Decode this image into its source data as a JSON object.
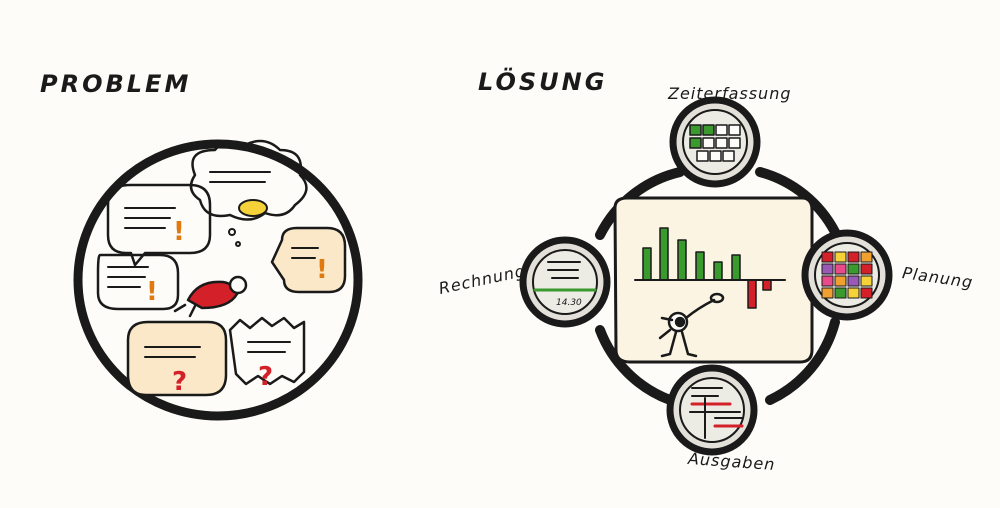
{
  "headings": {
    "problem": "PROBLEM",
    "solution": "LÖSUNG"
  },
  "modules": {
    "time_tracking": "Zeiterfassung",
    "invoice": "Rechnung",
    "planning": "Planung",
    "expenses": "Ausgaben"
  },
  "invoice_amount": "14.30",
  "colors": {
    "ink": "#1a1a1a",
    "green": "#3a9a2e",
    "red": "#d42028",
    "orange": "#f0a030",
    "yellow": "#f5d23a",
    "grey": "#c9c7c0"
  }
}
